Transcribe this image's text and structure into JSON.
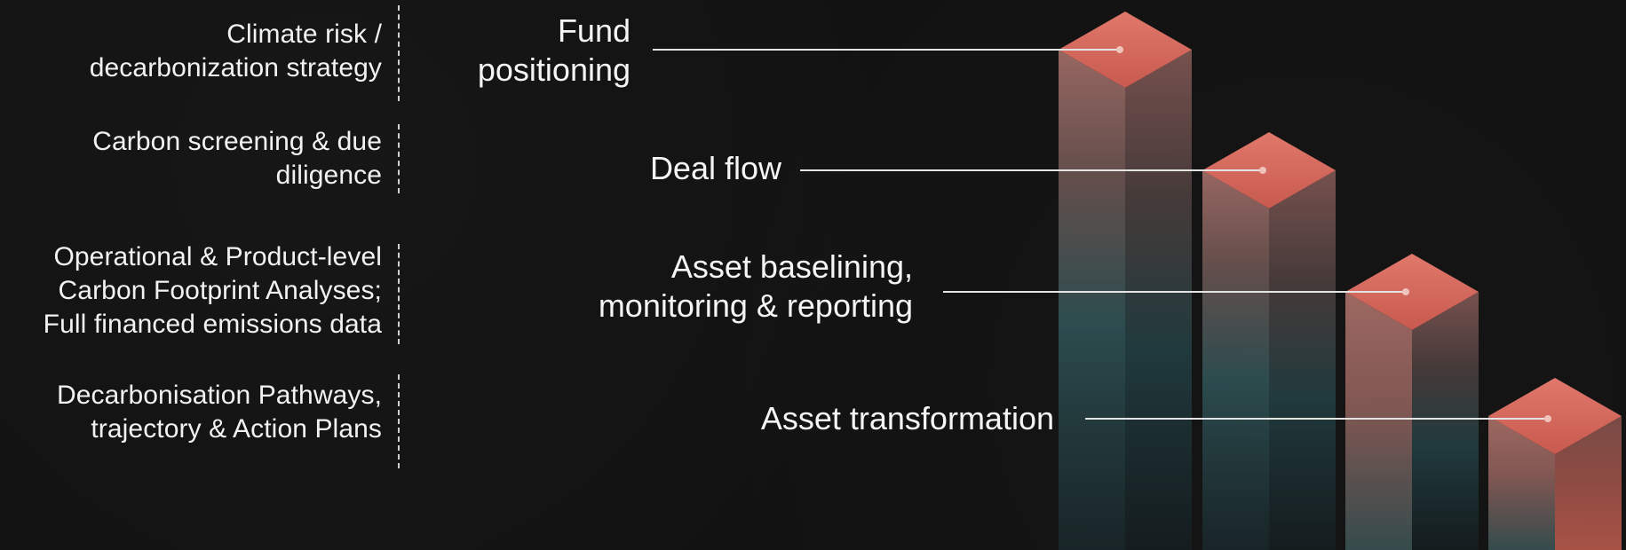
{
  "left_column": [
    {
      "id": "climate",
      "text": "Climate risk /\ndecarbonization strategy"
    },
    {
      "id": "carbon-screening",
      "text": "Carbon screening & due\ndiligence"
    },
    {
      "id": "footprint",
      "text": "Operational & Product-level\nCarbon Footprint Analyses;\nFull financed emissions data"
    },
    {
      "id": "pathways",
      "text": "Decarbonisation Pathways,\ntrajectory & Action Plans"
    }
  ],
  "stages": [
    {
      "id": "fund-positioning",
      "label": "Fund\npositioning"
    },
    {
      "id": "deal-flow",
      "label": "Deal flow"
    },
    {
      "id": "asset-baselining",
      "label": "Asset baselining,\nmonitoring & reporting"
    },
    {
      "id": "asset-transformation",
      "label": "Asset transformation"
    }
  ],
  "colors": {
    "background": "#121212",
    "text": "#f3f3f3",
    "connector": "#e4e4e4",
    "bar_top": "#d4685d",
    "bar_left_top": "#9b6b66",
    "bar_right_top": "#7c5451",
    "bar_teal": "#2c5a5e"
  }
}
